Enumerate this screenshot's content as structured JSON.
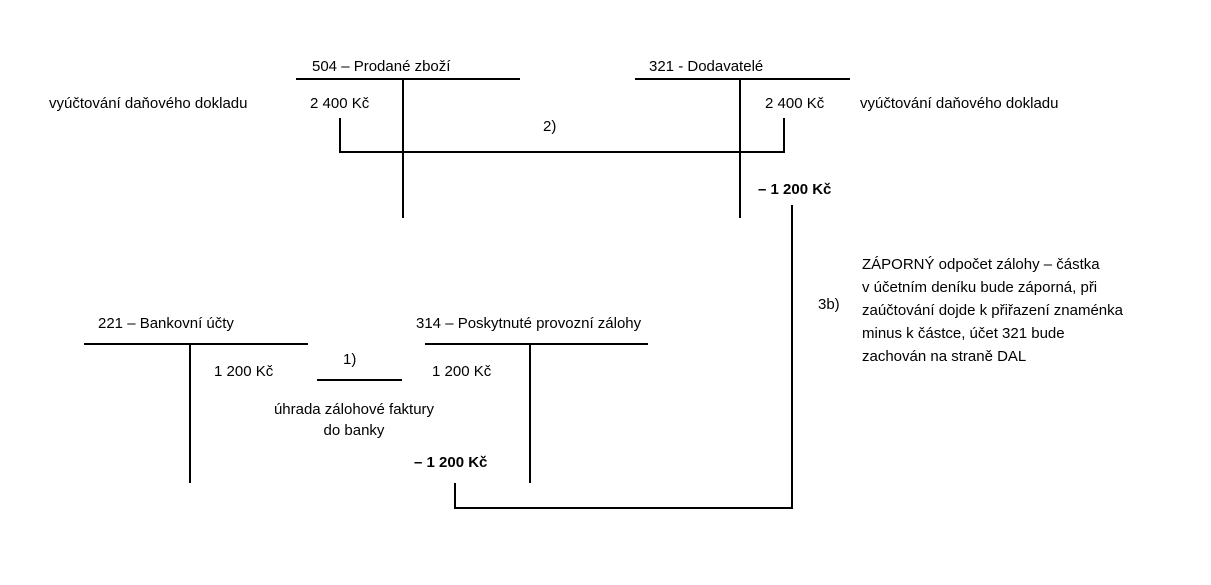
{
  "accounts": {
    "acc504": {
      "title": "504 – Prodané zboží",
      "debit": "2 400 Kč",
      "debit_desc": "vyúčtování daňového dokladu"
    },
    "acc321": {
      "title": "321 - Dodavatelé",
      "credit": "2 400 Kč",
      "credit_desc": "vyúčtování daňového dokladu",
      "credit_neg": "– 1 200 Kč"
    },
    "acc221": {
      "title": "221 – Bankovní účty",
      "credit": "1 200 Kč"
    },
    "acc314": {
      "title": "314 – Poskytnuté provozní zálohy",
      "debit": "1 200 Kč",
      "credit_neg": "– 1 200 Kč"
    }
  },
  "steps": {
    "step1": {
      "label": "1)",
      "desc_line1": "úhrada zálohové faktury",
      "desc_line2": "do banky"
    },
    "step2": {
      "label": "2)"
    },
    "step3b": {
      "label": "3b)"
    }
  },
  "note": {
    "lines": [
      "ZÁPORNÝ odpočet zálohy – částka",
      "v účetním deníku bude záporná,  při",
      "zaúčtování dojde k přiřazení znaménka",
      "minus k částce, účet 321 bude",
      "zachován na straně DAL"
    ]
  },
  "colors": {
    "line": "#000000",
    "background": "#ffffff"
  }
}
